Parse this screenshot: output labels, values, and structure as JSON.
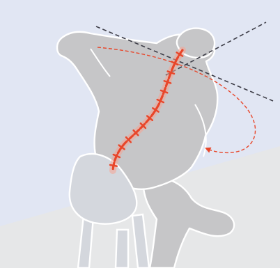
{
  "colors": {
    "background": "#e1e6f3",
    "floor": "#e6e7e8",
    "figure_fill": "#c6c6c8",
    "figure_outline": "#ffffff",
    "chair_fill": "#d4d7dd",
    "spine": "#e8462a",
    "spine_glow": "#f6a494",
    "rotation_arrow": "#e8462a",
    "reference_lines": "#3c3c46"
  },
  "elements": {
    "spine_vertebrae_count": 14,
    "shoulder_line": "dashed",
    "hip_line": "dashed",
    "rotation_arrow": "dashed-curved"
  }
}
